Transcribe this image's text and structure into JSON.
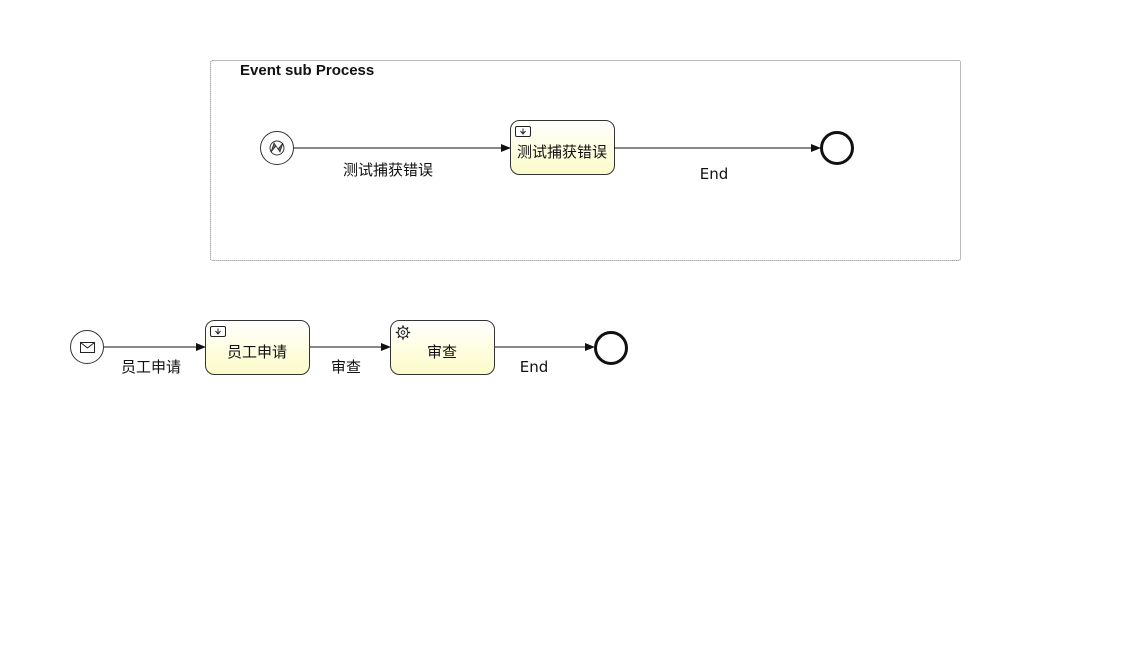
{
  "colors": {
    "task_fill_top": "#ffffff",
    "task_fill_bottom": "#fcfcc8",
    "stroke": "#222222"
  },
  "subprocess": {
    "title": "Event sub Process",
    "start_event_icon": "error-icon",
    "flow1_label": "测试捕获错误",
    "task_label": "测试捕获错误",
    "task_icon": "user-task-icon",
    "flow2_label": "End"
  },
  "main_process": {
    "start_event_icon": "message-icon",
    "flow1_label": "员工申请",
    "task1_label": "员工申请",
    "task1_icon": "user-task-icon",
    "flow2_label": "审查",
    "task2_label": "审查",
    "task2_icon": "service-task-icon",
    "flow3_label": "End"
  }
}
